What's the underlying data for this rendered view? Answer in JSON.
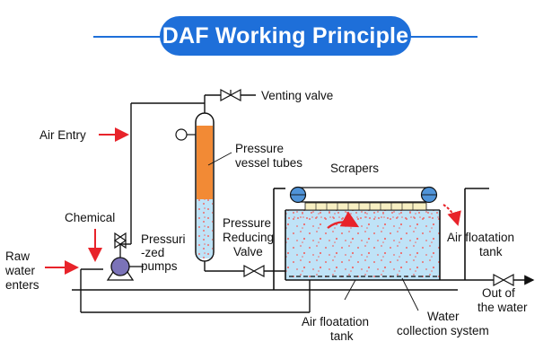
{
  "title": "DAF Working Principle",
  "labels": {
    "venting_valve": "Venting valve",
    "air_entry": "Air Entry",
    "pressure_vessel_line1": "Pressure",
    "pressure_vessel_line2": "vessel tubes",
    "scrapers": "Scrapers",
    "chemical": "Chemical",
    "pressurized_line1": "Pressuri",
    "pressurized_line2": "-zed",
    "pressurized_line3": "pumps",
    "prv_line1": "Pressure",
    "prv_line2": "Reducing",
    "prv_line3": "Valve",
    "raw_water_line1": "Raw",
    "raw_water_line2": "water",
    "raw_water_line3": "enters",
    "flot_tank_right_line1": "Air floatation",
    "flot_tank_right_line2": "tank",
    "flot_tank_bottom_line1": "Air floatation",
    "flot_tank_bottom_line2": "tank",
    "water_collection_line1": "Water",
    "water_collection_line2": "collection system",
    "out_water_line1": "Out of",
    "out_water_line2": "the water"
  },
  "colors": {
    "accent": "#1e6fd9",
    "arrow_red": "#e8232a",
    "vessel_orange": "#f28a35",
    "water_blue": "#bfe3f7",
    "bubble_red": "#ee6a6a",
    "pump_purple": "#7b73b8",
    "scraper_blue": "#4f93d8"
  }
}
